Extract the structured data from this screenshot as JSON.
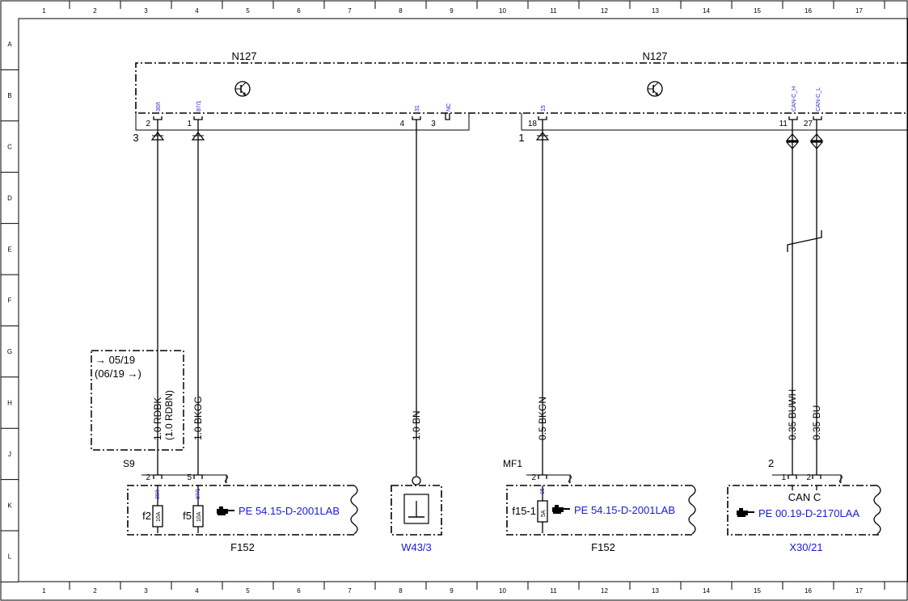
{
  "frame": {
    "cols": [
      "1",
      "2",
      "3",
      "4",
      "5",
      "6",
      "7",
      "8",
      "9",
      "10",
      "11",
      "12",
      "13",
      "14",
      "15",
      "16",
      "17"
    ],
    "rows": [
      "A",
      "B",
      "C",
      "D",
      "E",
      "F",
      "G",
      "H",
      "J",
      "K",
      "L"
    ]
  },
  "n127": {
    "label_left": "N127",
    "label_right": "N127",
    "connector_left": "3",
    "connector_right": "1",
    "pins": [
      {
        "num": "2",
        "signal": "30/t"
      },
      {
        "num": "1",
        "signal": "87/1"
      },
      {
        "num": "4",
        "signal": "31"
      },
      {
        "num": "3",
        "signal": "NC"
      },
      {
        "num": "18",
        "signal": "15"
      },
      {
        "num": "11",
        "signal": "CAN-C_H"
      },
      {
        "num": "27",
        "signal": "CAN-C_L"
      }
    ]
  },
  "wires": {
    "rdbk": "1.0 RDBK",
    "rdbn": "(1.0 RDBN)",
    "bkog": "1.0 BKOG",
    "bn": "1.0 BN",
    "bkgn": "0.5 BKGN",
    "buwh": "0.35 BUWH",
    "bu": "0.35 BU"
  },
  "version_box": {
    "line1": "→ 05/19",
    "line2": "(06/19 →)"
  },
  "f152_left": {
    "connector": "S9",
    "pin_a": "2",
    "pin_b": "5",
    "fuse_a": {
      "name": "f2",
      "rating": "10A",
      "signal": "30/t"
    },
    "fuse_b": {
      "name": "f5",
      "rating": "10A",
      "signal": "87/1"
    },
    "ref": "PE 54.15-D-2001LAB",
    "label": "F152"
  },
  "w43": {
    "label": "W43/3"
  },
  "f152_right": {
    "connector": "MF1",
    "pin": "2",
    "fuse": {
      "name": "f15-1",
      "rating": "5A",
      "signal": "15"
    },
    "ref": "PE 54.15-D-2001LAB",
    "label": "F152"
  },
  "x30": {
    "connector": "2",
    "pin_a": "1",
    "pin_b": "2",
    "title": "CAN C",
    "ref": "PE 00.19-D-2170LAA",
    "label": "X30/21"
  }
}
